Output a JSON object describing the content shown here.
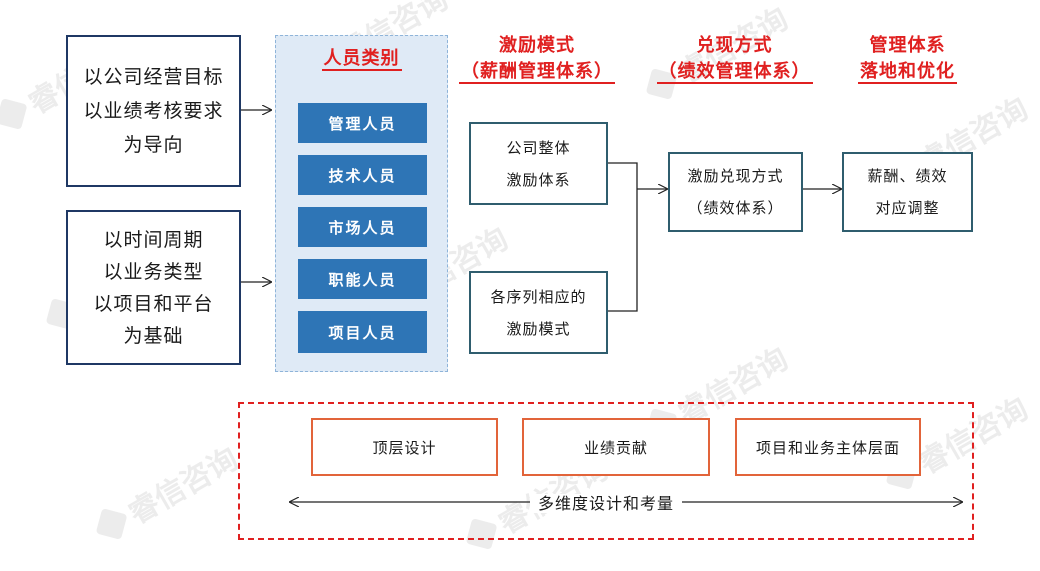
{
  "left_boxes": [
    {
      "lines": [
        "以公司经营目标",
        "以业绩考核要求",
        "为导向"
      ]
    },
    {
      "lines": [
        "以时间周期",
        "以业务类型",
        "以项目和平台",
        "为基础"
      ]
    }
  ],
  "personnel": {
    "title": "人员类别",
    "items": [
      "管理人员",
      "技术人员",
      "市场人员",
      "职能人员",
      "项目人员"
    ]
  },
  "headers": {
    "incentive": [
      "激励模式",
      "（薪酬管理体系）"
    ],
    "realize": [
      "兑现方式",
      "（绩效管理体系）"
    ],
    "system": [
      "管理体系",
      "落地和优化"
    ]
  },
  "flow_boxes": {
    "company_incentive": [
      "公司整体",
      "激励体系"
    ],
    "sequence_incentive": [
      "各序列相应的",
      "激励模式"
    ],
    "realize_method": [
      "激励兑现方式",
      "（绩效体系）"
    ],
    "adjust": [
      "薪酬、绩效",
      "对应调整"
    ]
  },
  "dimension": {
    "boxes": [
      "顶层设计",
      "业绩贡献",
      "项目和业务主体层面"
    ],
    "label": "多维度设计和考量"
  },
  "watermark": "睿信咨询",
  "colors": {
    "navy": "#1f3864",
    "panel_bg": "#dfeaf6",
    "button": "#2e75b6",
    "red": "#e02020",
    "orange": "#e2643a",
    "teal": "#2f5d6e"
  }
}
